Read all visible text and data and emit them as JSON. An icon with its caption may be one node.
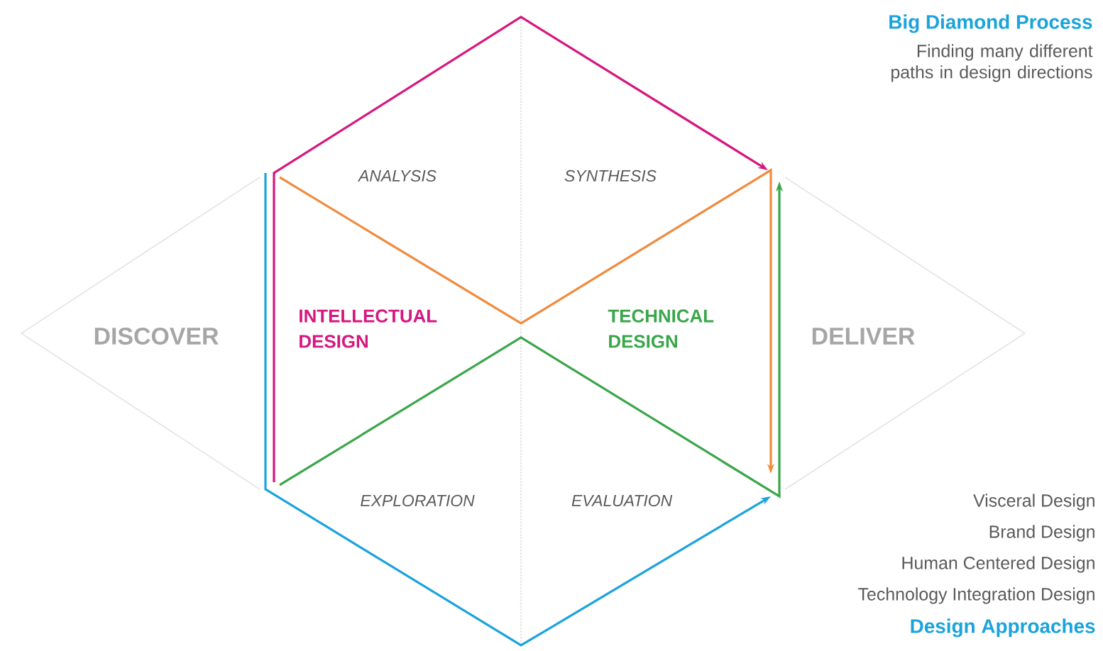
{
  "diagram": {
    "title": "Big Diamond Process",
    "nodes": [
      {
        "text": [
          "DISCOVER"
        ]
      },
      {
        "text": [
          "DELIVER"
        ]
      }
    ],
    "labels": [
      "Finding many different paths in design directions",
      "ANALYSIS",
      "SYNTHESIS",
      "INTELLECTUAL DESIGN",
      "TECHNICAL DESIGN",
      "EXPLORATION",
      "EVALUATION",
      "Visceral Design",
      "Brand Design",
      "Human Centered Design",
      "Technology Integration Design",
      "Design Approaches"
    ]
  }
}
